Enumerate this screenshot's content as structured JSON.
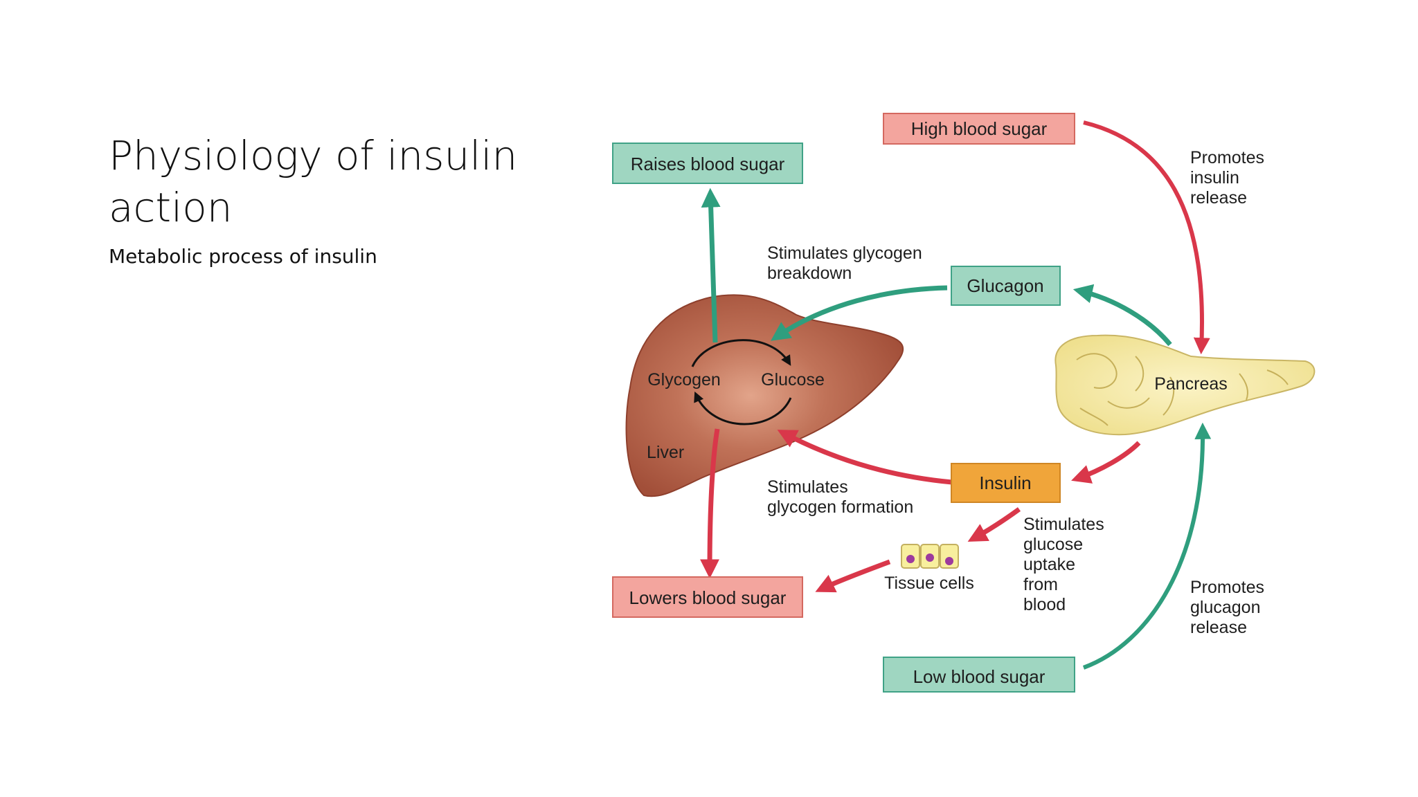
{
  "slide": {
    "title": "Physiology of insulin action",
    "subtitle": "Metabolic process of insulin"
  },
  "diagram": {
    "boxes": {
      "high_blood_sugar": "High blood sugar",
      "raises_blood_sugar": "Raises blood sugar",
      "glucagon": "Glucagon",
      "insulin": "Insulin",
      "lowers_blood_sugar": "Lowers blood sugar",
      "low_blood_sugar": "Low blood sugar"
    },
    "organs": {
      "liver": "Liver",
      "glycogen": "Glycogen",
      "glucose": "Glucose",
      "pancreas": "Pancreas",
      "tissue_cells": "Tissue cells"
    },
    "annotations": {
      "promotes_insulin_release": [
        "Promotes",
        "insulin",
        "release"
      ],
      "stimulates_glycogen_breakdown": [
        "Stimulates glycogen",
        "breakdown"
      ],
      "stimulates_glycogen_formation": [
        "Stimulates",
        "glycogen formation"
      ],
      "stimulates_glucose_uptake": [
        "Stimulates",
        "glucose",
        "uptake",
        "from",
        "blood"
      ],
      "promotes_glucagon_release": [
        "Promotes",
        "glucagon",
        "release"
      ]
    },
    "colors": {
      "green_arrow": "#2f9e7e",
      "red_arrow": "#d9374a",
      "green_box_fill": "#9fd6c1",
      "green_box_border": "#3fa286",
      "red_box_fill": "#f3a59e",
      "red_box_border": "#d4685f",
      "insulin_box_fill": "#f0a53a",
      "liver": "#a9553e",
      "pancreas": "#f6eaa8"
    }
  }
}
